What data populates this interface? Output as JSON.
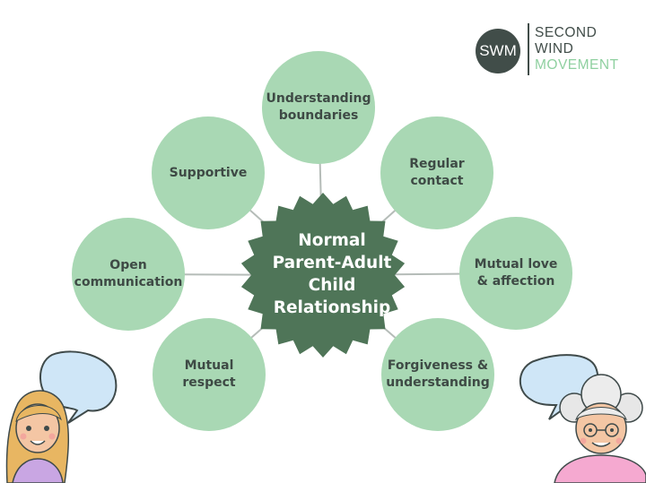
{
  "diagram": {
    "center": {
      "label": "Normal\nParent-Adult\nChild\nRelationship"
    },
    "nodes": [
      {
        "id": "understanding-boundaries",
        "label": "Understanding\nboundaries"
      },
      {
        "id": "regular-contact",
        "label": "Regular\ncontact"
      },
      {
        "id": "mutual-love-affection",
        "label": "Mutual love\n& affection"
      },
      {
        "id": "forgiveness-understanding",
        "label": "Forgiveness &\nunderstanding"
      },
      {
        "id": "mutual-respect",
        "label": "Mutual\nrespect"
      },
      {
        "id": "open-communication",
        "label": "Open\ncommunication"
      },
      {
        "id": "supportive",
        "label": "Supportive"
      }
    ]
  },
  "logo": {
    "initials": "SWM",
    "line1": "SECOND",
    "line2": "WIND",
    "line3": "MOVEMENT"
  },
  "colors": {
    "node_fill": "#a9d8b4",
    "center_fill": "#4f7558",
    "node_text": "#3e4a45",
    "connector": "#b5bcb8",
    "logo_dark": "#414d49",
    "logo_accent": "#8fd0a0",
    "bubble_fill": "#cfe6f7",
    "bubble_stroke": "#3f4a4a"
  }
}
